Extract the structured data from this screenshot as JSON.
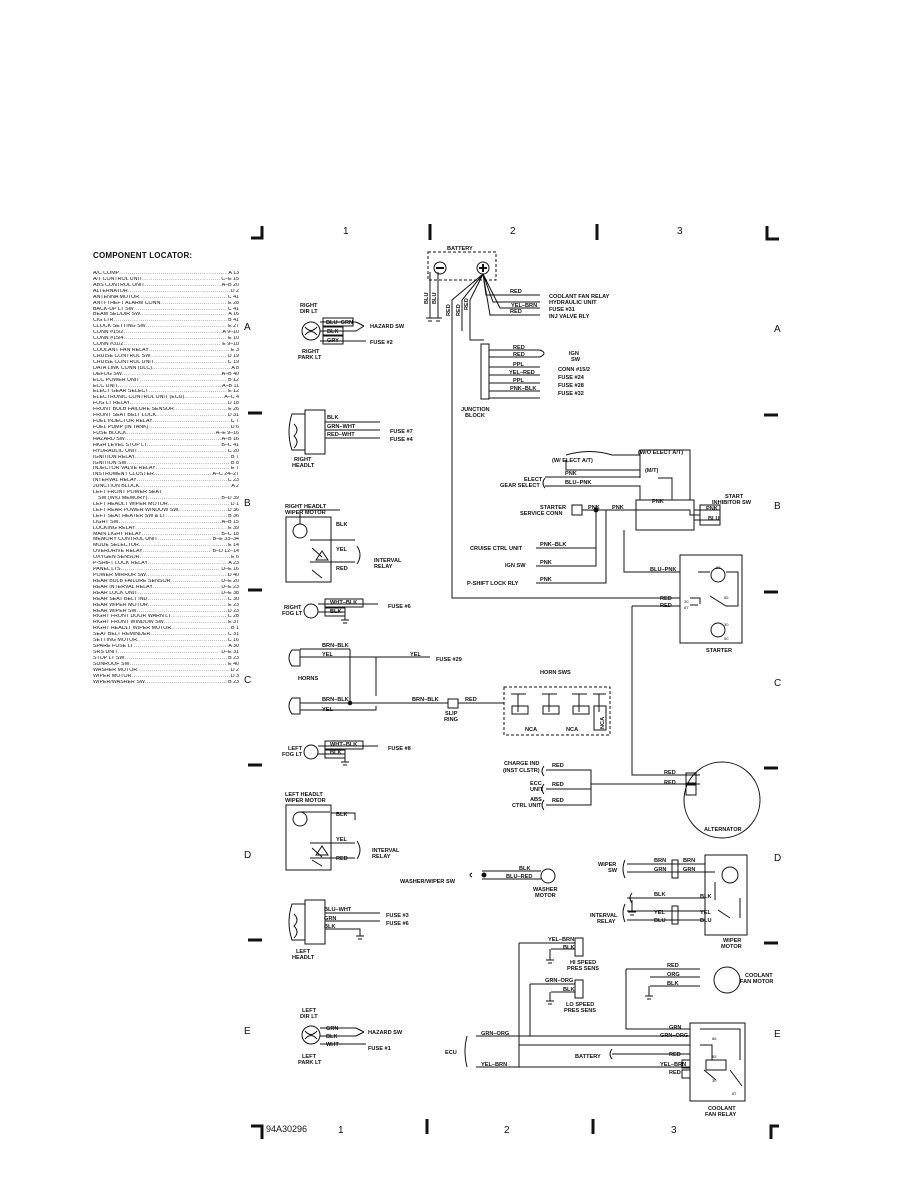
{
  "doc_code": "94A30296",
  "locator": {
    "title": "COMPONENT LOCATOR:",
    "items": [
      {
        "name": "A/C COMP",
        "code": "A 13"
      },
      {
        "name": "A/T CONTROL UNIT",
        "code": "C–E 15"
      },
      {
        "name": "ABS CONTROL UNIT",
        "code": "A–B 20"
      },
      {
        "name": "ALTERNATOR",
        "code": "D 2"
      },
      {
        "name": "ANTENNA MOTOR",
        "code": "C 41"
      },
      {
        "name": "ANTI-THEFT ALARM CONN",
        "code": "E 28"
      },
      {
        "name": "BACK-UP LT SW",
        "code": "C 41"
      },
      {
        "name": "BEAM SEL/DIR SW",
        "code": "A 16"
      },
      {
        "name": "CIG LTR",
        "code": "B 41"
      },
      {
        "name": "CLOCK SETTING SW",
        "code": "E 27"
      },
      {
        "name": "CONN #15/2",
        "code": "A 9–10"
      },
      {
        "name": "CONN #15/4",
        "code": "E 10"
      },
      {
        "name": "CONN #31/2",
        "code": "E 9–10"
      },
      {
        "name": "COOLANT FAN RELAY",
        "code": "E 3"
      },
      {
        "name": "CRUISE CONTROL SW",
        "code": "D 19"
      },
      {
        "name": "CRUISE CONTROL UNIT",
        "code": "C 19"
      },
      {
        "name": "DATA LINK CONN (DLC)",
        "code": "A 8"
      },
      {
        "name": "DEFOG SW",
        "code": "A–B 40"
      },
      {
        "name": "ECC POWER UNIT",
        "code": "B 12"
      },
      {
        "name": "ECC UNIT",
        "code": "A–B 11"
      },
      {
        "name": "ELECT GEAR SELECT",
        "code": "E 12"
      },
      {
        "name": "ELECTRONIC CONTROL UNIT (ECU)",
        "code": "A–C 4"
      },
      {
        "name": "FOG LT RELAY",
        "code": "D 18"
      },
      {
        "name": "FRONT BULB FAILURE SENSOR",
        "code": "E 26"
      },
      {
        "name": "FRONT SEAT BELT LOCK",
        "code": "D 31"
      },
      {
        "name": "FUEL INJECTOR RELAY",
        "code": "C 7"
      },
      {
        "name": "FUEL PUMP (IN TANK)",
        "code": "D 6"
      },
      {
        "name": "FUSE BLOCK",
        "code": "A–E 9–16"
      },
      {
        "name": "HAZARD SW",
        "code": "A–B 16"
      },
      {
        "name": "HIGH LEVEL STOP LT",
        "code": "B–C 41"
      },
      {
        "name": "HYDRAULIC UNIT",
        "code": "C 20"
      },
      {
        "name": "IGNITION RELAY",
        "code": "B 7"
      },
      {
        "name": "IGNITION SW",
        "code": "B 8"
      },
      {
        "name": "INJECTOR VALVE RELAY",
        "code": "E 7"
      },
      {
        "name": "INSTRUMENT CLUSTER",
        "code": "A–C 24–27"
      },
      {
        "name": "INTERVAL RELAY",
        "code": "C 23"
      },
      {
        "name": "JUNCTION BLOCK",
        "code": "A 2"
      },
      {
        "name": "LEFT FRONT POWER SEAT",
        "code": ""
      },
      {
        "name": "SW (W/O MEMORY)",
        "code": "B–D 39",
        "sub": true
      },
      {
        "name": "LEFT HEADLT WIPER MOTOR",
        "code": "D 1"
      },
      {
        "name": "LEFT REAR POWER WINDOW SW",
        "code": "D 36"
      },
      {
        "name": "LEFT SEAT HEATER SW & LT",
        "code": "B 36"
      },
      {
        "name": "LIGHT SW",
        "code": "A–B 15"
      },
      {
        "name": "LOCKING RELAY",
        "code": "E 39"
      },
      {
        "name": "MAIN LIGHT RELAY",
        "code": "B–C 18"
      },
      {
        "name": "MEMORY CONTROL UNIT",
        "code": "B–E 33–34"
      },
      {
        "name": "MODE SELECTOR",
        "code": "E 14"
      },
      {
        "name": "OVERDRIVE RELAY",
        "code": "B–D 12–14"
      },
      {
        "name": "OXYGEN SENSOR",
        "code": "E 6"
      },
      {
        "name": "P-SHIFT LOCK RELAY",
        "code": "A 23"
      },
      {
        "name": "PANEL LTS",
        "code": "D–E 16"
      },
      {
        "name": "POWER MIRROR SW",
        "code": "D 40"
      },
      {
        "name": "REAR BULB FAILURE SENSOR",
        "code": "D–E 20"
      },
      {
        "name": "REAR INTERVAL RELAY",
        "code": "D–E 23"
      },
      {
        "name": "REAR LOCK UNIT",
        "code": "D–E 38"
      },
      {
        "name": "REAR SEAT BELT IND",
        "code": "C 30"
      },
      {
        "name": "REAR WIPER MOTOR",
        "code": "E 23"
      },
      {
        "name": "REAR WIPER SW",
        "code": "D 23"
      },
      {
        "name": "RIGHT FRONT DOOR WARN LT",
        "code": "C 28"
      },
      {
        "name": "RIGHT FRONT WINDOW SW",
        "code": "E 37"
      },
      {
        "name": "RIGHT HEADLT WIPER MOTOR",
        "code": "B 1"
      },
      {
        "name": "SEAT BELT REMINDER",
        "code": "C 31"
      },
      {
        "name": "SETTING MOTOR",
        "code": "C 16"
      },
      {
        "name": "SPARE FUSE LT",
        "code": "A 30"
      },
      {
        "name": "SRS UNIT",
        "code": "D–E 31"
      },
      {
        "name": "STOP LT SW",
        "code": "B 23"
      },
      {
        "name": "SUNROOF SW",
        "code": "E 40"
      },
      {
        "name": "WASHER MOTOR",
        "code": "D 2"
      },
      {
        "name": "WIPER MOTOR",
        "code": "D 3"
      },
      {
        "name": "WIPER/WASHER SW",
        "code": "B 23"
      }
    ]
  },
  "grid": {
    "cols": [
      "1",
      "2",
      "3"
    ],
    "rows": [
      "A",
      "B",
      "C",
      "D",
      "E"
    ]
  },
  "labels": {
    "battery": "BATTERY",
    "blu": "BLU",
    "red": "RED",
    "coolant_fan_relay": "COOLANT FAN RELAY",
    "hydraulic_unit": "HYDRAULIC UNIT",
    "yel_brn": "YEL–BRN",
    "fuse31": "FUSE #31",
    "inj_valve_rly": "INJ VALVE RLY",
    "ign_sw_1": "IGN",
    "ign_sw_2": "SW",
    "ppl": "PPL",
    "yel_red": "YEL–RED",
    "conn152": "CONN #15/2",
    "fuse24": "FUSE #24",
    "fuse28": "FUSE #28",
    "pnk_blk": "PNK–BLK",
    "fuse32": "FUSE #32",
    "junction_1": "JUNCTION",
    "junction_2": "BLOCK",
    "right_dir_1": "RIGHT",
    "right_dir_2": "DIR LT",
    "blu_grn": "BLU–GRN",
    "blk": "BLK",
    "gry": "GRY",
    "hazard_sw": "HAZARD SW",
    "fuse2": "FUSE #2",
    "right_park_1": "RIGHT",
    "right_park_2": "PARK LT",
    "grn_wht": "GRN–WHT",
    "red_wht": "RED–WHT",
    "fuse7": "FUSE #7",
    "fuse4": "FUSE #4",
    "right_headlt_1": "RIGHT",
    "right_headlt_2": "HEADLT",
    "rh_wiper_1": "RIGHT HEADLT",
    "rh_wiper_2": "WIPER MOTOR",
    "yel": "YEL",
    "interval_1": "INTERVAL",
    "interval_2": "RELAY",
    "wht_blk": "WHT–BLK",
    "fuse6": "FUSE #6",
    "right_fog_1": "RIGHT",
    "right_fog_2": "FOG LT",
    "brn_blk": "BRN–BLK",
    "fuse29": "FUSE #29",
    "horns": "HORNS",
    "slip_1": "SLIP",
    "slip_2": "RING",
    "horn_sws": "HORN SWS",
    "nca": "NCA",
    "left_fog_1": "LEFT",
    "left_fog_2": "FOG LT",
    "fuse8": "FUSE #8",
    "lh_wiper_1": "LEFT HEADLT",
    "lh_wiper_2": "WIPER MOTOR",
    "blu_wht": "BLU–WHT",
    "grn": "GRN",
    "fuse3": "FUSE #3",
    "left_headlt_1": "LEFT",
    "left_headlt_2": "HEADLT",
    "left_dir_1": "LEFT",
    "left_dir_2": "DIR LT",
    "wht": "WHT",
    "fuse1": "FUSE #1",
    "left_park_1": "LEFT",
    "left_park_2": "PARK LT",
    "w_elect": "(W/ ELECT A/T)",
    "wo_elect": "(W/O ELECT A/T)",
    "mt": "(M/T)",
    "elect_gear_1": "ELECT",
    "elect_gear_2": "GEAR SELECT",
    "pnk": "PNK",
    "blu_pnk": "BLU–PNK",
    "start_inh_1": "START",
    "start_inh_2": "INHIBITOR SW",
    "starter_svc_1": "STARTER",
    "starter_svc_2": "SERVICE CONN",
    "cruise_ctrl": "CRUISE CTRL UNIT",
    "ign_sw": "IGN SW",
    "pshift": "P-SHIFT LOCK RLY",
    "starter": "STARTER",
    "charge_1": "CHARGE IND",
    "charge_2": "(INST CLSTR)",
    "ecu_unit_1": "ECC",
    "ecu_unit_2": "UNIT",
    "abs_1": "ABS",
    "abs_2": "CTRL UNIT",
    "alternator": "ALTERNATOR",
    "washer_sw": "WASHER/WIPER SW",
    "blu_red": "BLU–RED",
    "washer_1": "WASHER",
    "washer_2": "MOTOR",
    "wiper_sw_1": "WIPER",
    "wiper_sw_2": "SW",
    "brn": "BRN",
    "interval_relay_1": "INTERVAL",
    "interval_relay_2": "RELAY",
    "wiper_motor_1": "WIPER",
    "wiper_motor_2": "MOTOR",
    "hi_speed_1": "HI SPEED",
    "hi_speed_2": "PRES SENS",
    "grn_org": "GRN–ORG",
    "lo_speed_1": "LO SPEED",
    "lo_speed_2": "PRES SENS",
    "org": "ORG",
    "coolant_motor_1": "COOLANT",
    "coolant_motor_2": "FAN MOTOR",
    "ecu": "ECU",
    "battery_label": "BATTERY",
    "coolant_relay_1": "COOLANT",
    "coolant_relay_2": "FAN RELAY",
    "eighty_six": "86",
    "eighty_five": "85",
    "thirty": "30",
    "eighty_seven": "87",
    "fifty": "50"
  }
}
